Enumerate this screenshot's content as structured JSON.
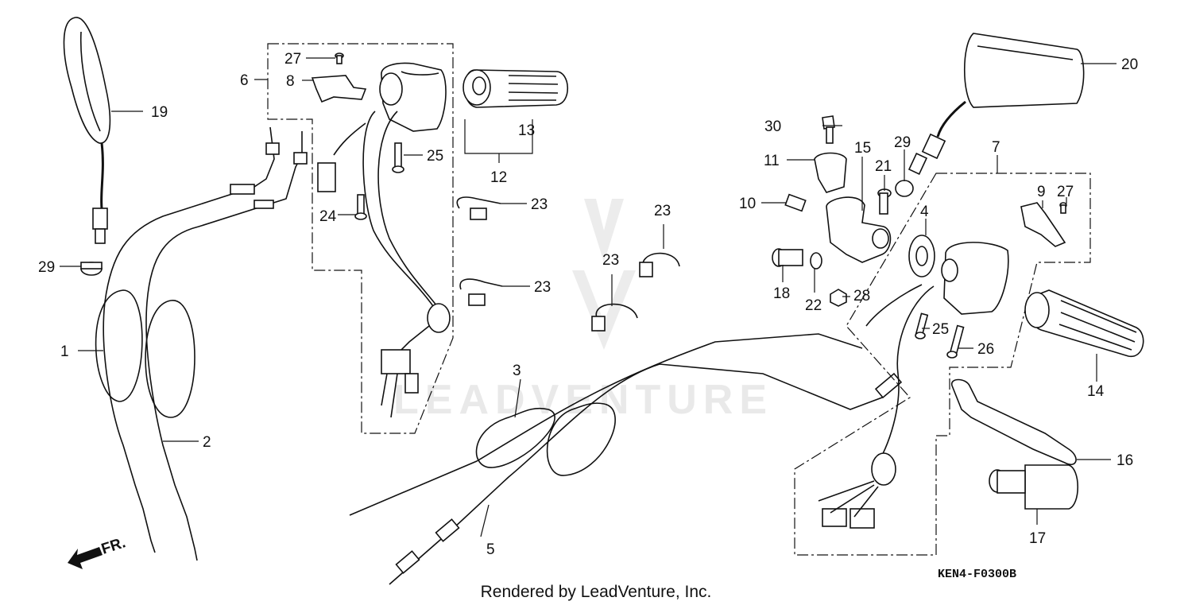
{
  "diagram": {
    "callouts": {
      "c1": "1",
      "c2": "2",
      "c3": "3",
      "c4": "4",
      "c5": "5",
      "c6": "6",
      "c7": "7",
      "c8": "8",
      "c9": "9",
      "c10": "10",
      "c11": "11",
      "c12": "12",
      "c13": "13",
      "c14": "14",
      "c15": "15",
      "c16": "16",
      "c17": "17",
      "c18": "18",
      "c19": "19",
      "c20": "20",
      "c21": "21",
      "c22": "22",
      "c23a": "23",
      "c23b": "23",
      "c23c": "23",
      "c23d": "23",
      "c24": "24",
      "c25a": "25",
      "c25b": "25",
      "c26": "26",
      "c27a": "27",
      "c27b": "27",
      "c28": "28",
      "c29a": "29",
      "c29b": "29",
      "c30": "30"
    },
    "direction_label": "FR.",
    "watermark": "LEADVENTURE",
    "diagram_code": "KEN4-F0300B"
  },
  "footer": {
    "credit": "Rendered by LeadVenture, Inc."
  }
}
